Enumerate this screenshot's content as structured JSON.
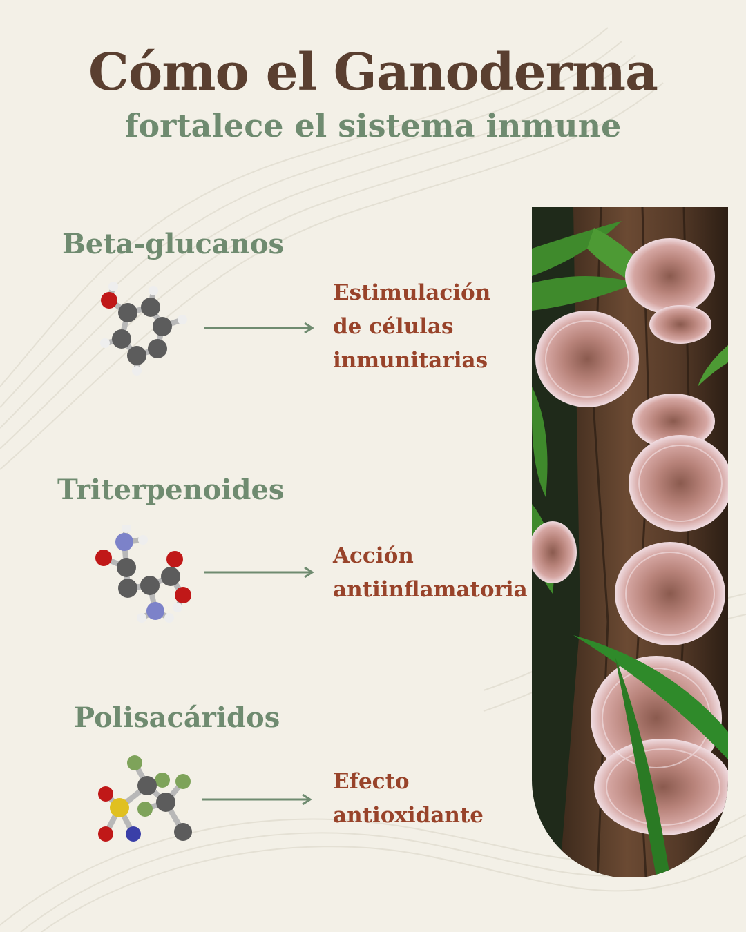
{
  "header": {
    "title": "Cómo el Ganoderma",
    "subtitle": "fortalece el sistema inmune"
  },
  "sections": [
    {
      "title": "Beta-glucanos",
      "effect_lines": [
        "Estimulación",
        "de células",
        "inmunitarias"
      ],
      "molecule_icon": "phenol-molecule-icon"
    },
    {
      "title": "Triterpenoides",
      "effect_lines": [
        "Acción",
        "antiinflamatoria"
      ],
      "molecule_icon": "amino-acid-molecule-icon"
    },
    {
      "title": "Polisacáridos",
      "effect_lines": [
        "Efecto",
        "antioxidante"
      ],
      "molecule_icon": "sulfonyl-molecule-icon"
    }
  ],
  "image": {
    "subject": "ganoderma-mushroom-photo"
  },
  "colors": {
    "background": "#f3f0e7",
    "title": "#5a3f30",
    "accent_green": "#6f8b70",
    "effect_text": "#98432a"
  }
}
